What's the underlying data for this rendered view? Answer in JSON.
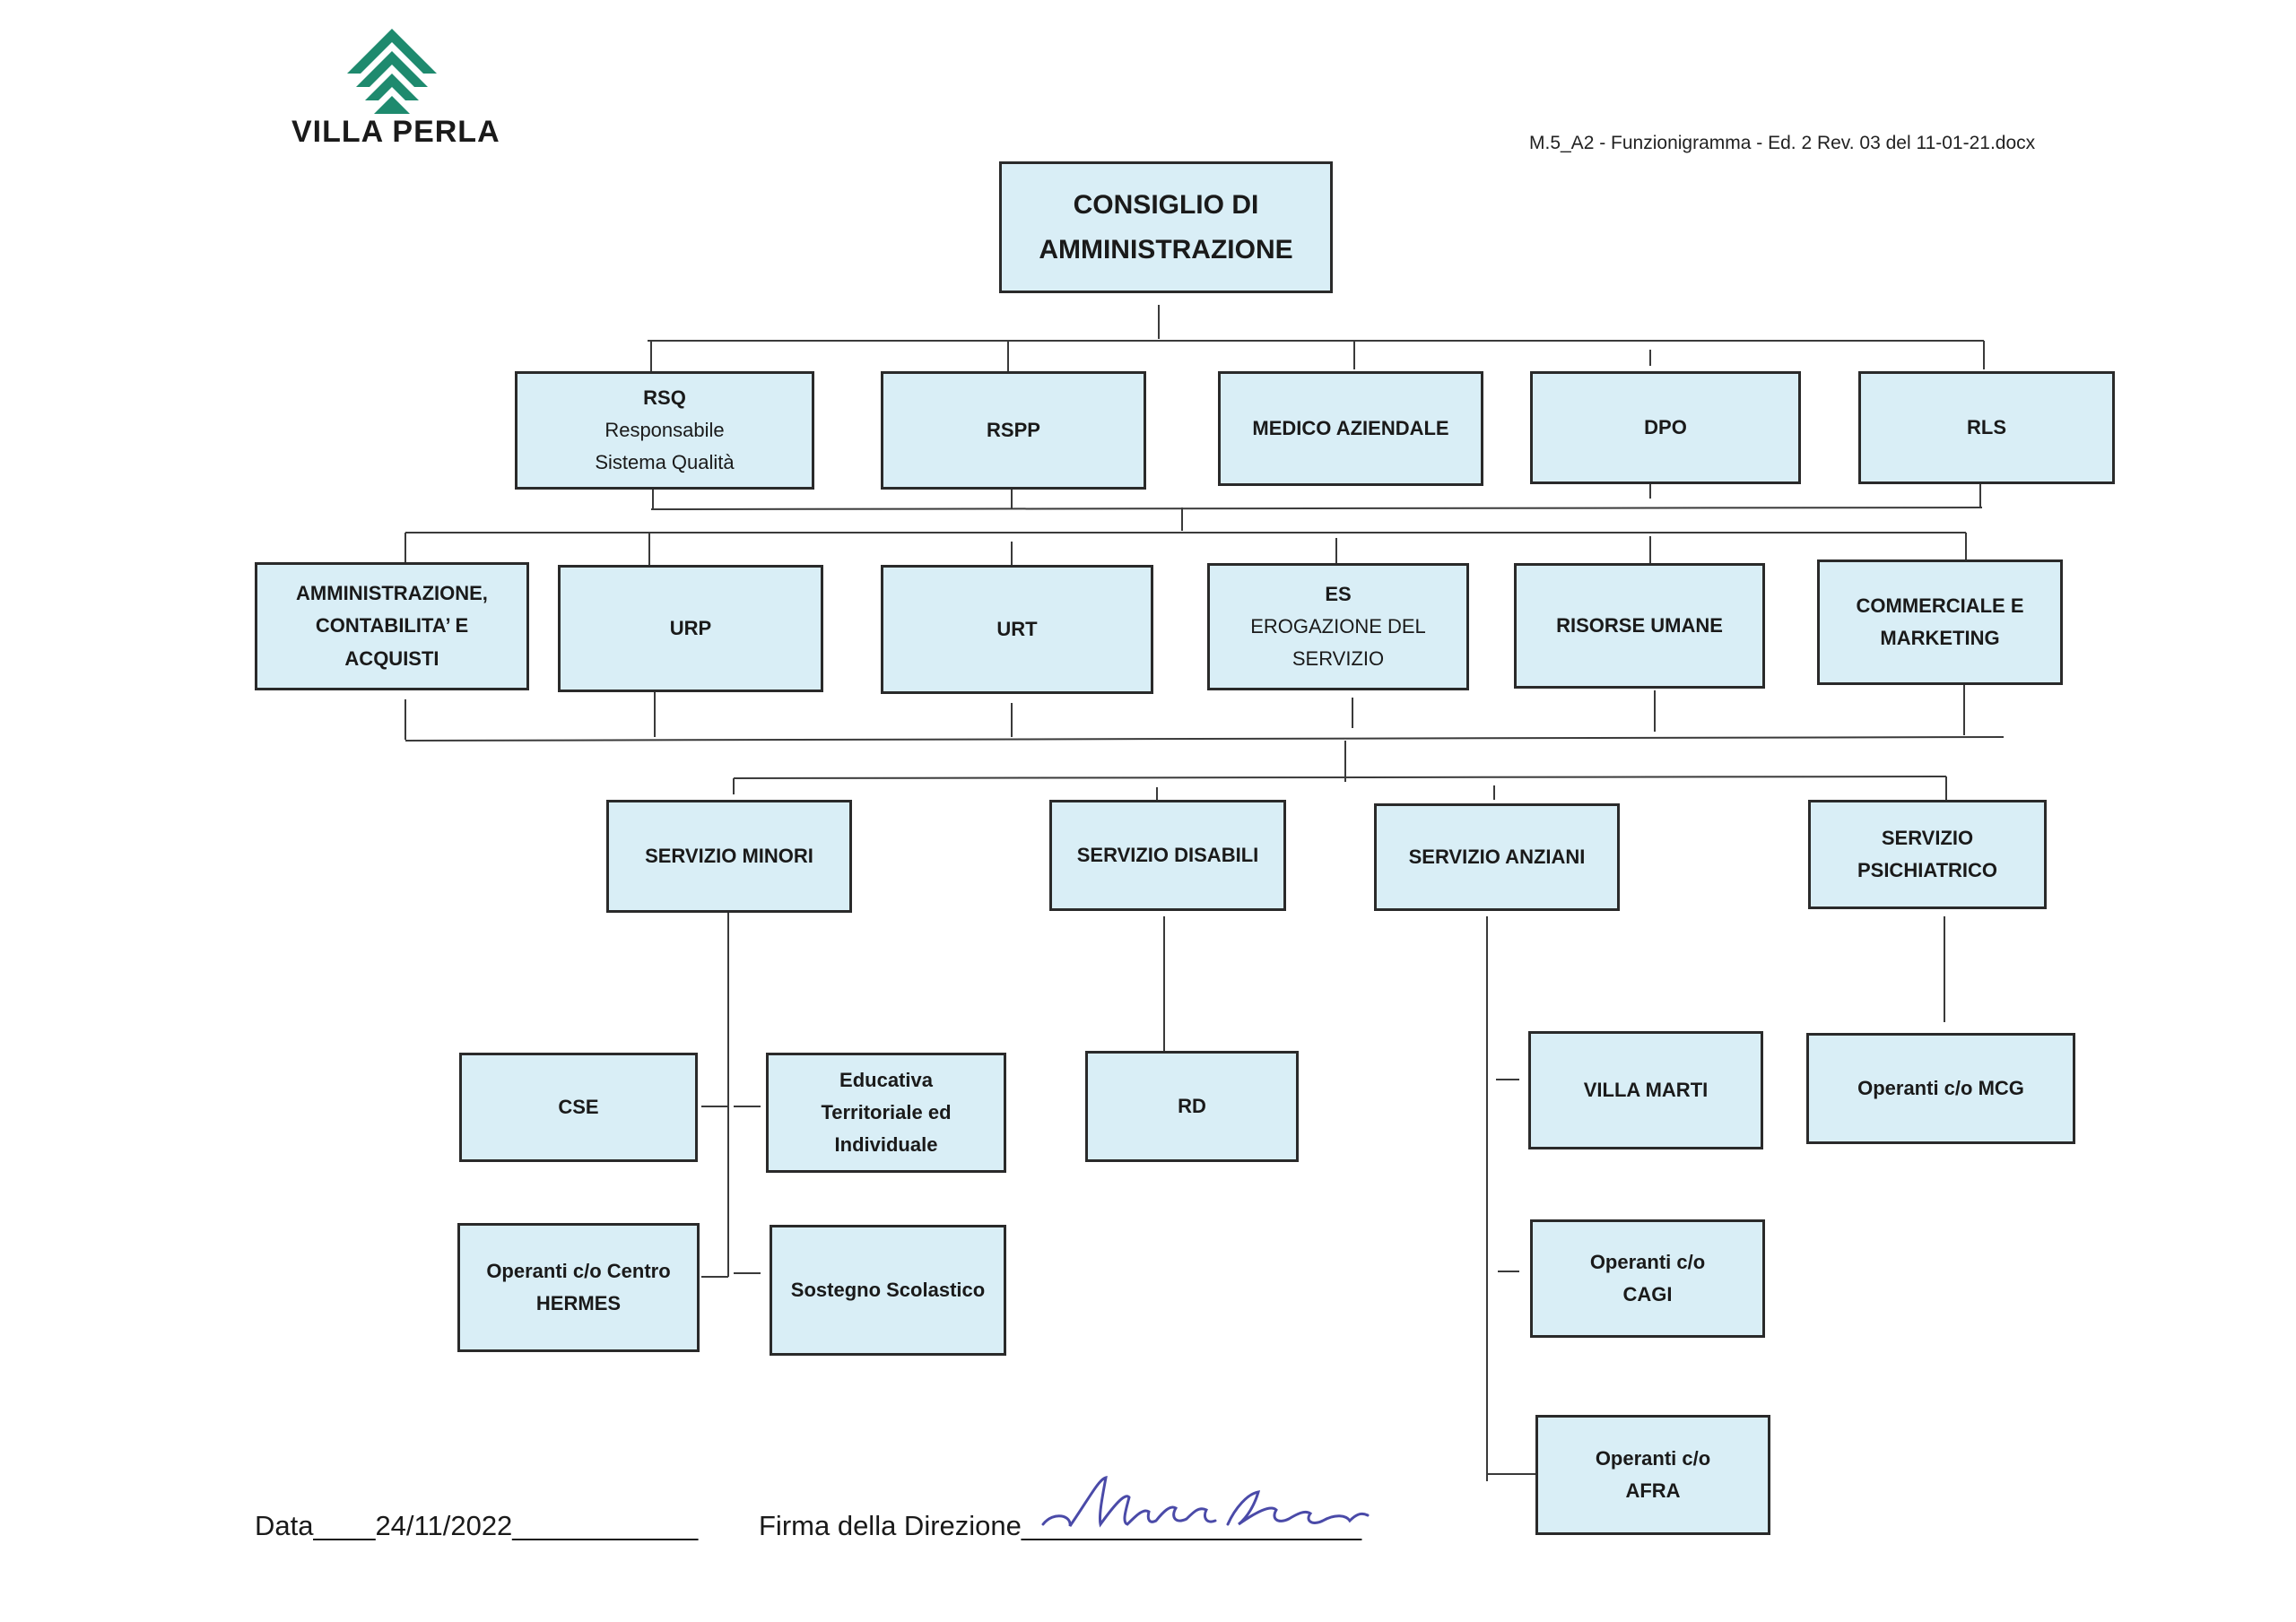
{
  "header": {
    "logo_text": "VILLA PERLA",
    "doc_ref": "M.5_A2 - Funzionigramma - Ed. 2 Rev. 03 del 11-01-21.docx"
  },
  "org": {
    "board": "CONSIGLIO DI\nAMMINISTRAZIONE",
    "staff": {
      "rsq_title": "RSQ",
      "rsq_desc": "Responsabile\nSistema Qualità",
      "rspp": "RSPP",
      "medico": "MEDICO AZIENDALE",
      "dpo": "DPO",
      "rls": "RLS"
    },
    "functions": {
      "amministrazione": "AMMINISTRAZIONE,\nCONTABILITA’ E\nACQUISTI",
      "urp": "URP",
      "urt": "URT",
      "es_title": "ES",
      "es_desc": "EROGAZIONE DEL\nSERVIZIO",
      "risorse_umane": "RISORSE UMANE",
      "commerciale": "COMMERCIALE E\nMARKETING"
    },
    "services": {
      "minori": "SERVIZIO MINORI",
      "disabili": "SERVIZIO DISABILI",
      "anziani": "SERVIZIO ANZIANI",
      "psichiatrico": "SERVIZIO\nPSICHIATRICO"
    },
    "units": {
      "cse": "CSE",
      "educativa": "Educativa\nTerritoriale ed\nIndividuale",
      "hermes": "Operanti c/o Centro\nHERMES",
      "sostegno": "Sostegno Scolastico",
      "rd": "RD",
      "villa_marti": "VILLA MARTI",
      "cagi": "Operanti c/o\nCAGI",
      "afra": "Operanti c/o\nAFRA",
      "mcg": "Operanti c/o MCG"
    }
  },
  "footer": {
    "data_label": "Data____24/11/2022____________",
    "firma_label": "Firma della Direzione______________________"
  },
  "colors": {
    "box_fill": "#d9eef6",
    "logo_green": "#1e8a6e"
  }
}
